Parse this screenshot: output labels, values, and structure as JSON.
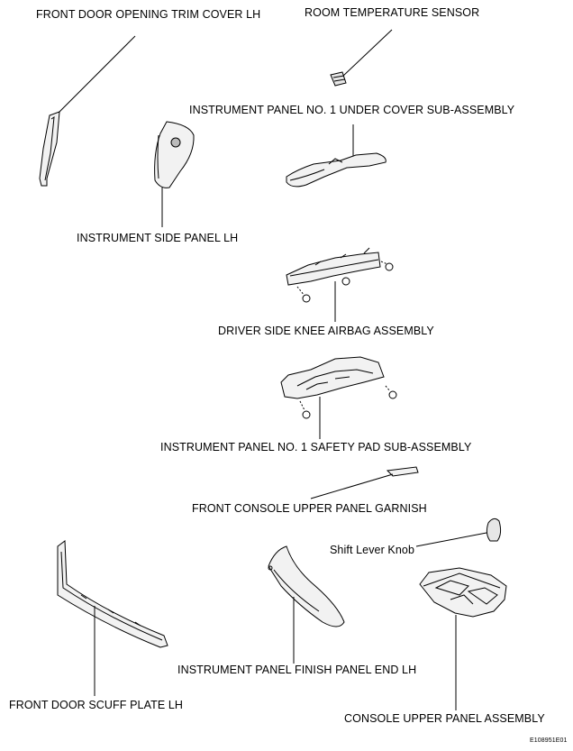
{
  "labels": {
    "front_door_opening_trim_cover_lh": "FRONT DOOR OPENING TRIM COVER LH",
    "room_temperature_sensor": "ROOM TEMPERATURE SENSOR",
    "instrument_panel_no1_under_cover": "INSTRUMENT PANEL NO. 1 UNDER COVER SUB-ASSEMBLY",
    "instrument_side_panel_lh": "INSTRUMENT SIDE PANEL LH",
    "driver_side_knee_airbag": "DRIVER SIDE KNEE AIRBAG ASSEMBLY",
    "instrument_panel_no1_safety_pad": "INSTRUMENT PANEL NO. 1 SAFETY PAD SUB-ASSEMBLY",
    "front_console_upper_panel_garnish": "FRONT CONSOLE UPPER PANEL GARNISH",
    "shift_lever_knob": "Shift Lever Knob",
    "instrument_panel_finish_panel_end_lh": "INSTRUMENT PANEL FINISH PANEL END LH",
    "front_door_scuff_plate_lh": "FRONT DOOR SCUFF PLATE LH",
    "console_upper_panel_assembly": "CONSOLE UPPER PANEL ASSEMBLY"
  },
  "figure_code": "E108951E01",
  "colors": {
    "ink": "#000000",
    "fill": "#f2f2f2",
    "background": "#ffffff"
  }
}
